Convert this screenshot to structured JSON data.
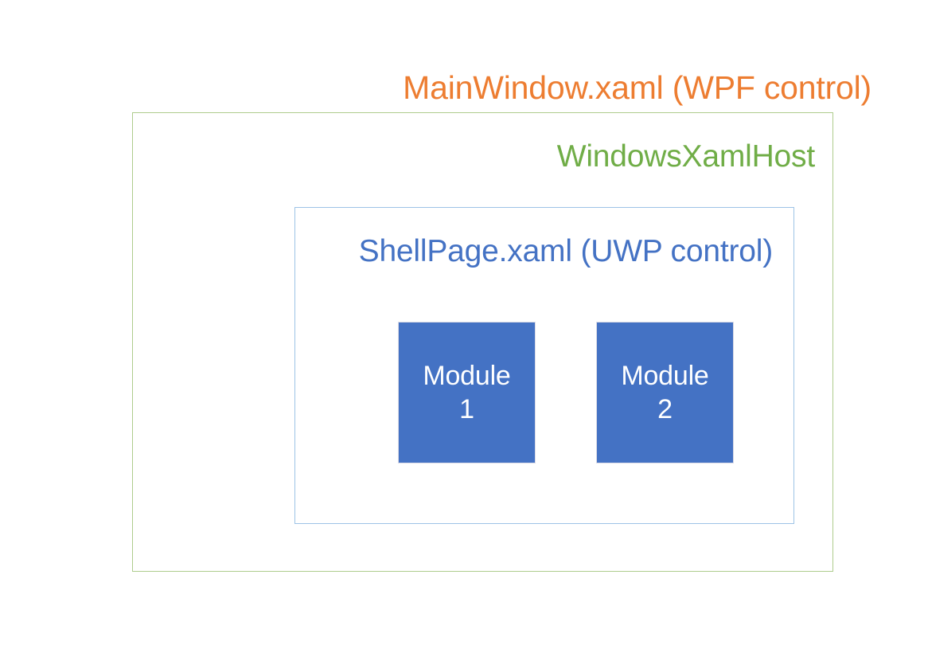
{
  "diagram": {
    "type": "nested-containers",
    "description": "XAML Islands nesting: a WPF MainWindow hosts a WindowsXamlHost which hosts a UWP ShellPage containing two module blocks.",
    "background_color": "#FFFFFF",
    "layers": [
      {
        "id": "mainwindow",
        "title": "MainWindow.xaml (WPF control)",
        "text_color": "#ED7D31",
        "border_color": "#F4A25C",
        "fill_color": "#FFFFFF"
      },
      {
        "id": "windowsxamlhost",
        "title": "WindowsXamlHost",
        "text_color": "#70AD47",
        "border_color": "#AECC8D",
        "fill_color": "#FFFFFF"
      },
      {
        "id": "shellpage",
        "title": "ShellPage.xaml (UWP control)",
        "text_color": "#4472C4",
        "border_color": "#9DC3E6",
        "fill_color": "#FFFFFF"
      }
    ],
    "modules": [
      {
        "id": "module-1",
        "line1": "Module",
        "line2": "1",
        "fill_color": "#4472C4",
        "text_color": "#FFFFFF",
        "border_color": "#DCDCE6"
      },
      {
        "id": "module-2",
        "line1": "Module",
        "line2": "2",
        "fill_color": "#4472C4",
        "text_color": "#FFFFFF",
        "border_color": "#DCDCE6"
      }
    ]
  }
}
